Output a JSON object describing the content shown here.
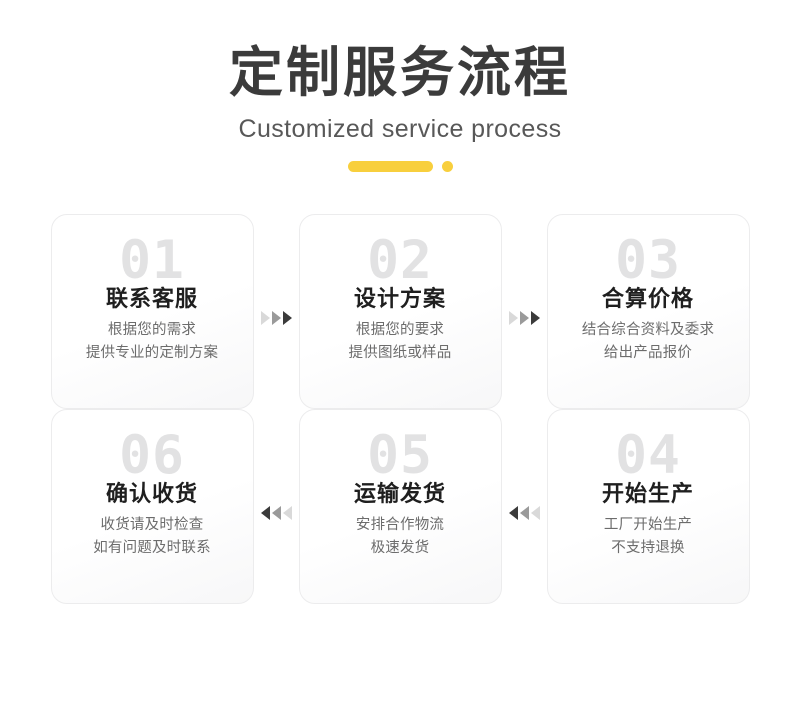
{
  "header": {
    "title": "定制服务流程",
    "subtitle": "Customized service process",
    "accent_color": "#f8cf3d"
  },
  "flow": {
    "row1": [
      {
        "number": "01",
        "title": "联系客服",
        "desc_line1": "根据您的需求",
        "desc_line2": "提供专业的定制方案"
      },
      {
        "number": "02",
        "title": "设计方案",
        "desc_line1": "根据您的要求",
        "desc_line2": "提供图纸或样品"
      },
      {
        "number": "03",
        "title": "合算价格",
        "desc_line1": "结合综合资料及委求",
        "desc_line2": "给出产品报价"
      }
    ],
    "row2": [
      {
        "number": "06",
        "title": "确认收货",
        "desc_line1": "收货请及时检查",
        "desc_line2": "如有问题及时联系"
      },
      {
        "number": "05",
        "title": "运输发货",
        "desc_line1": "安排合作物流",
        "desc_line2": "极速发货"
      },
      {
        "number": "04",
        "title": "开始生产",
        "desc_line1": "工厂开始生产",
        "desc_line2": "不支持退换"
      }
    ]
  },
  "arrows": {
    "right_colors": [
      "#d9d9d9",
      "#9a9a9a",
      "#3b3b3b"
    ],
    "left_colors": [
      "#3b3b3b",
      "#9a9a9a",
      "#d9d9d9"
    ],
    "down_colors": [
      "#d9d9d9",
      "#9a9a9a",
      "#3b3b3b"
    ]
  }
}
